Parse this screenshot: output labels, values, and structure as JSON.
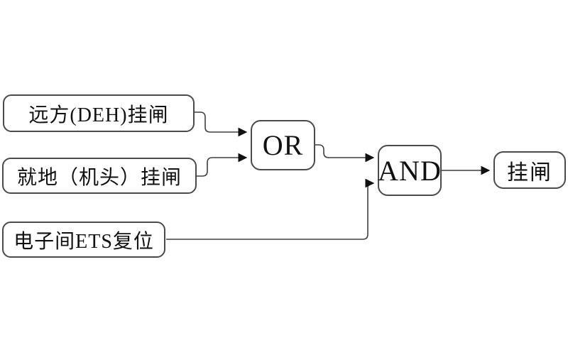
{
  "diagram": {
    "nodes": {
      "remote_deh": {
        "label": "远方(DEH)挂闸"
      },
      "local_head": {
        "label": "就地（机头）挂闸"
      },
      "ets_reset": {
        "label": "电子间ETS复位"
      },
      "or_gate": {
        "label": "OR"
      },
      "and_gate": {
        "label": "AND"
      },
      "output": {
        "label": "挂闸"
      }
    },
    "colors": {
      "background": "#ffffff",
      "line": "#3f3f3f",
      "box_border": "#4a4a4a",
      "text": "#111111",
      "arrowhead": "#111111"
    }
  }
}
